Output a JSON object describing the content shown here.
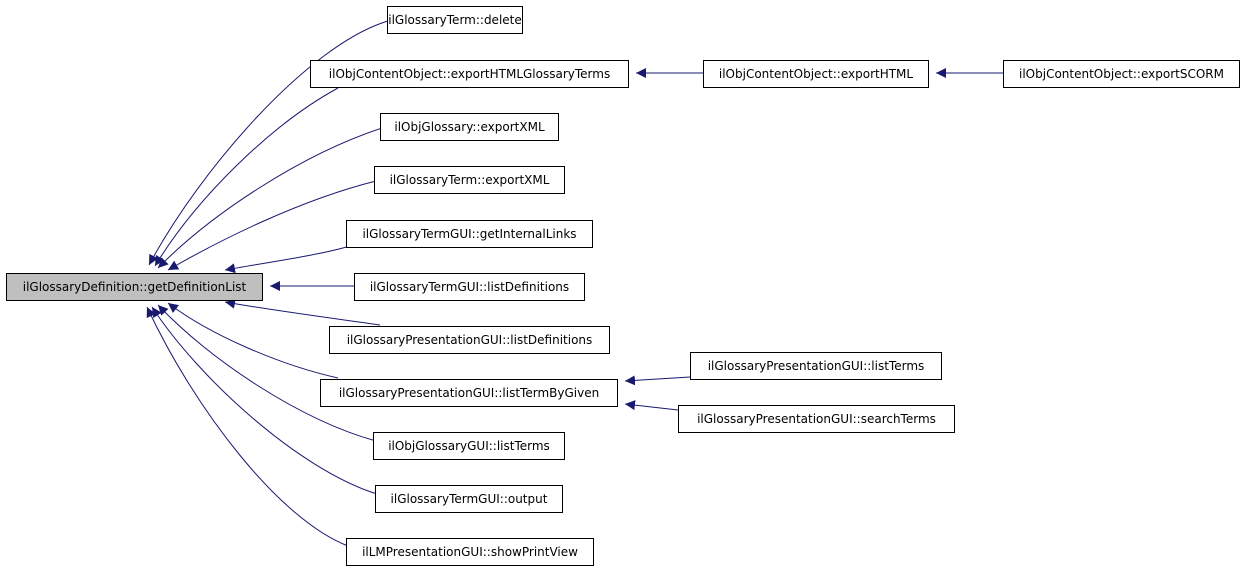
{
  "graph": {
    "edge_color": "#191970",
    "root_fill": "#bfbfbf",
    "nodes": [
      {
        "id": "root",
        "label": "ilGlossaryDefinition::getDefinitionList"
      },
      {
        "id": "delete",
        "label": "ilGlossaryTerm::delete"
      },
      {
        "id": "exportHTMLGlossaryTerms",
        "label": "ilObjContentObject::exportHTMLGlossaryTerms"
      },
      {
        "id": "exportHTML",
        "label": "ilObjContentObject::exportHTML"
      },
      {
        "id": "exportSCORM",
        "label": "ilObjContentObject::exportSCORM"
      },
      {
        "id": "glossaryExportXML",
        "label": "ilObjGlossary::exportXML"
      },
      {
        "id": "termExportXML",
        "label": "ilGlossaryTerm::exportXML"
      },
      {
        "id": "getInternalLinks",
        "label": "ilGlossaryTermGUI::getInternalLinks"
      },
      {
        "id": "termListDefinitions",
        "label": "ilGlossaryTermGUI::listDefinitions"
      },
      {
        "id": "presListDefinitions",
        "label": "ilGlossaryPresentationGUI::listDefinitions"
      },
      {
        "id": "listTermByGiven",
        "label": "ilGlossaryPresentationGUI::listTermByGiven"
      },
      {
        "id": "presListTerms",
        "label": "ilGlossaryPresentationGUI::listTerms"
      },
      {
        "id": "searchTerms",
        "label": "ilGlossaryPresentationGUI::searchTerms"
      },
      {
        "id": "objGlossaryListTerms",
        "label": "ilObjGlossaryGUI::listTerms"
      },
      {
        "id": "output",
        "label": "ilGlossaryTermGUI::output"
      },
      {
        "id": "showPrintView",
        "label": "ilLMPresentationGUI::showPrintView"
      }
    ],
    "edges": [
      {
        "from": "delete",
        "to": "root"
      },
      {
        "from": "exportHTMLGlossaryTerms",
        "to": "root"
      },
      {
        "from": "glossaryExportXML",
        "to": "root"
      },
      {
        "from": "termExportXML",
        "to": "root"
      },
      {
        "from": "getInternalLinks",
        "to": "root"
      },
      {
        "from": "termListDefinitions",
        "to": "root"
      },
      {
        "from": "presListDefinitions",
        "to": "root"
      },
      {
        "from": "listTermByGiven",
        "to": "root"
      },
      {
        "from": "objGlossaryListTerms",
        "to": "root"
      },
      {
        "from": "output",
        "to": "root"
      },
      {
        "from": "showPrintView",
        "to": "root"
      },
      {
        "from": "exportHTML",
        "to": "exportHTMLGlossaryTerms"
      },
      {
        "from": "exportSCORM",
        "to": "exportHTML"
      },
      {
        "from": "presListTerms",
        "to": "listTermByGiven"
      },
      {
        "from": "searchTerms",
        "to": "listTermByGiven"
      }
    ]
  }
}
